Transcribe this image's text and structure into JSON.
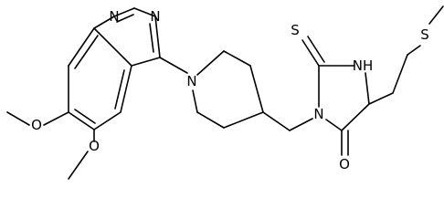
{
  "molecule": {
    "atoms": {
      "N_quin1": "N",
      "N_quin3": "N",
      "N_pip": "N",
      "O_methoxy7": "O",
      "O_methoxy6": "O",
      "S_thione": "S",
      "NH_ring": "NH",
      "N_imid": "N",
      "O_carbonyl": "O",
      "S_thioether": "S"
    }
  }
}
